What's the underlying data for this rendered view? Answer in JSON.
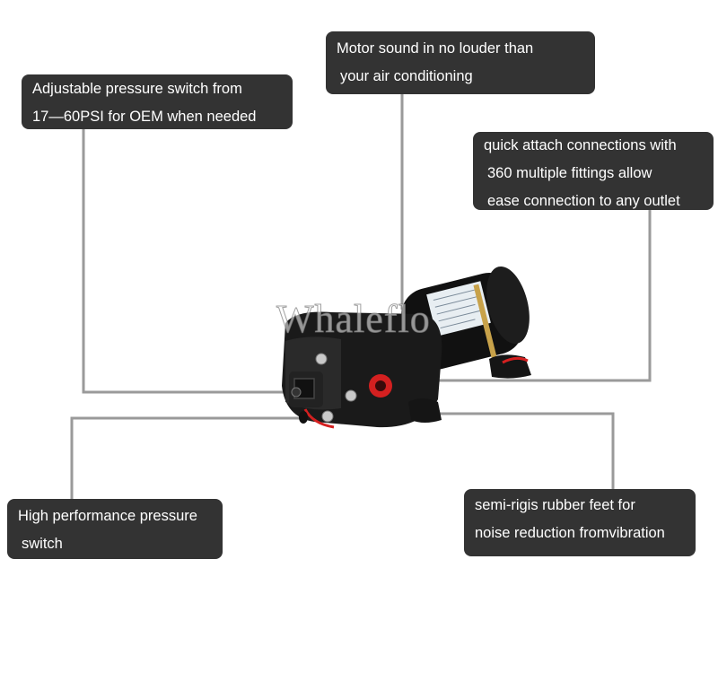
{
  "callouts": {
    "motor": {
      "line1": "Motor sound in no louder than",
      "line2": "your air conditioning"
    },
    "pressure_switch_adjust": {
      "line1": "Adjustable pressure switch from",
      "line2": "17—60PSI for OEM when needed"
    },
    "quick_attach": {
      "line1": "quick attach connections with",
      "line2": "360 multiple fittings allow",
      "line3": "ease connection to any outlet"
    },
    "high_performance": {
      "line1": "High performance pressure",
      "line2": "switch"
    },
    "rubber_feet": {
      "line1": "semi-rigis  rubber feet for",
      "line2": "noise reduction fromvibration"
    }
  },
  "watermark": "Whaleflo",
  "colors": {
    "callout_bg": "#333333",
    "callout_text": "#ffffff",
    "leader_line": "#999999",
    "pump_body": "#1a1a1a",
    "accent_red": "#d42020"
  }
}
